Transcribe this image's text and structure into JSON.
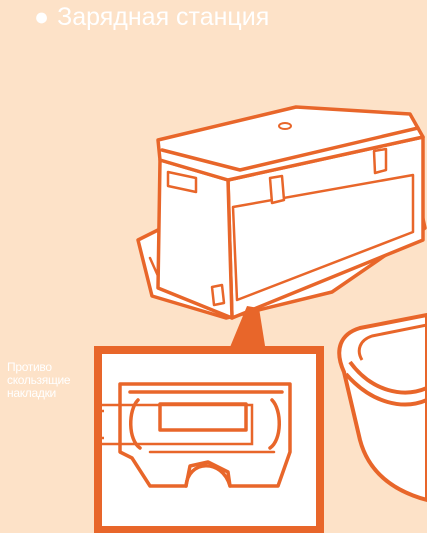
{
  "header": {
    "bullet": "●",
    "title": "Зарядная станция"
  },
  "callout": {
    "lines": [
      "Противо",
      "скользящие",
      "накладки"
    ]
  },
  "colors": {
    "background": "#fde2c8",
    "stroke": "#e8662a",
    "text": "#ffffff",
    "device_fill": "#ffffff"
  }
}
